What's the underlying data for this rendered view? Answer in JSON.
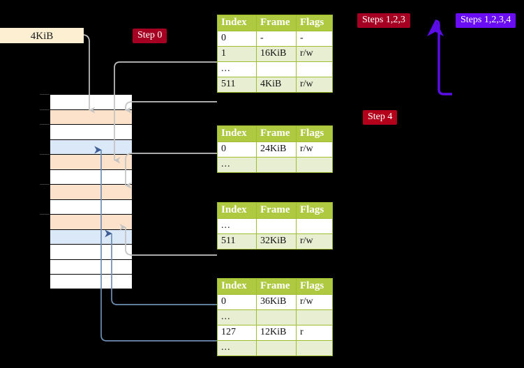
{
  "labels": {
    "size_box": "4KiB",
    "step0": "Step 0",
    "steps123": "Steps 1,2,3",
    "steps1234": "Steps 1,2,3,4",
    "step4": "Step 4"
  },
  "colors": {
    "background": "#000000",
    "table_header": "#AFC941",
    "table_border": "#9FBE2F",
    "table_row_alt": "#E8EED2",
    "table_highlight": "#FFFFA8",
    "badge_dark_red": "#A50021",
    "badge_red": "#B3001B",
    "badge_violet": "#6A0DF5",
    "size_box": "#FCEFD2",
    "mem_peach": "#FCE2CB",
    "mem_blue": "#DAE8F7",
    "wire_gray": "#BDBDBD",
    "wire_blue": "#5B7FA6",
    "arrow_violet": "#5B0DE8"
  },
  "columns": [
    "Index",
    "Frame",
    "Flags"
  ],
  "tables": [
    {
      "id": "level4",
      "rows": [
        {
          "index": "0",
          "frame": "-",
          "flags": "-",
          "alt": false,
          "highlight": false
        },
        {
          "index": "1",
          "frame": "16KiB",
          "flags": "r/w",
          "alt": true,
          "highlight": false
        },
        {
          "index": "...",
          "frame": "",
          "flags": "",
          "alt": false,
          "highlight": false
        },
        {
          "index": "511",
          "frame": "4KiB",
          "flags": "r/w",
          "alt": true,
          "highlight": true
        }
      ]
    },
    {
      "id": "level3",
      "rows": [
        {
          "index": "0",
          "frame": "24KiB",
          "flags": "r/w",
          "alt": false,
          "highlight": false
        },
        {
          "index": "...",
          "frame": "",
          "flags": "",
          "alt": true,
          "highlight": false
        }
      ]
    },
    {
      "id": "level2",
      "rows": [
        {
          "index": "...",
          "frame": "",
          "flags": "",
          "alt": false,
          "highlight": false
        },
        {
          "index": "511",
          "frame": "32KiB",
          "flags": "r/w",
          "alt": true,
          "highlight": false
        }
      ]
    },
    {
      "id": "level1",
      "rows": [
        {
          "index": "0",
          "frame": "36KiB",
          "flags": "r/w",
          "alt": false,
          "highlight": false
        },
        {
          "index": "...",
          "frame": "",
          "flags": "",
          "alt": true,
          "highlight": false
        },
        {
          "index": "127",
          "frame": "12KiB",
          "flags": "r",
          "alt": false,
          "highlight": false
        },
        {
          "index": "...",
          "frame": "",
          "flags": "",
          "alt": true,
          "highlight": false
        }
      ]
    }
  ],
  "memory_column": {
    "frame_count": 13,
    "frames": [
      {
        "fill": "white"
      },
      {
        "fill": "peach"
      },
      {
        "fill": "white"
      },
      {
        "fill": "blue"
      },
      {
        "fill": "peach"
      },
      {
        "fill": "white"
      },
      {
        "fill": "peach"
      },
      {
        "fill": "white"
      },
      {
        "fill": "peach"
      },
      {
        "fill": "blue"
      },
      {
        "fill": "white"
      },
      {
        "fill": "white"
      },
      {
        "fill": "white"
      }
    ],
    "tick_rows": [
      0,
      1,
      2,
      4,
      6,
      8
    ]
  }
}
